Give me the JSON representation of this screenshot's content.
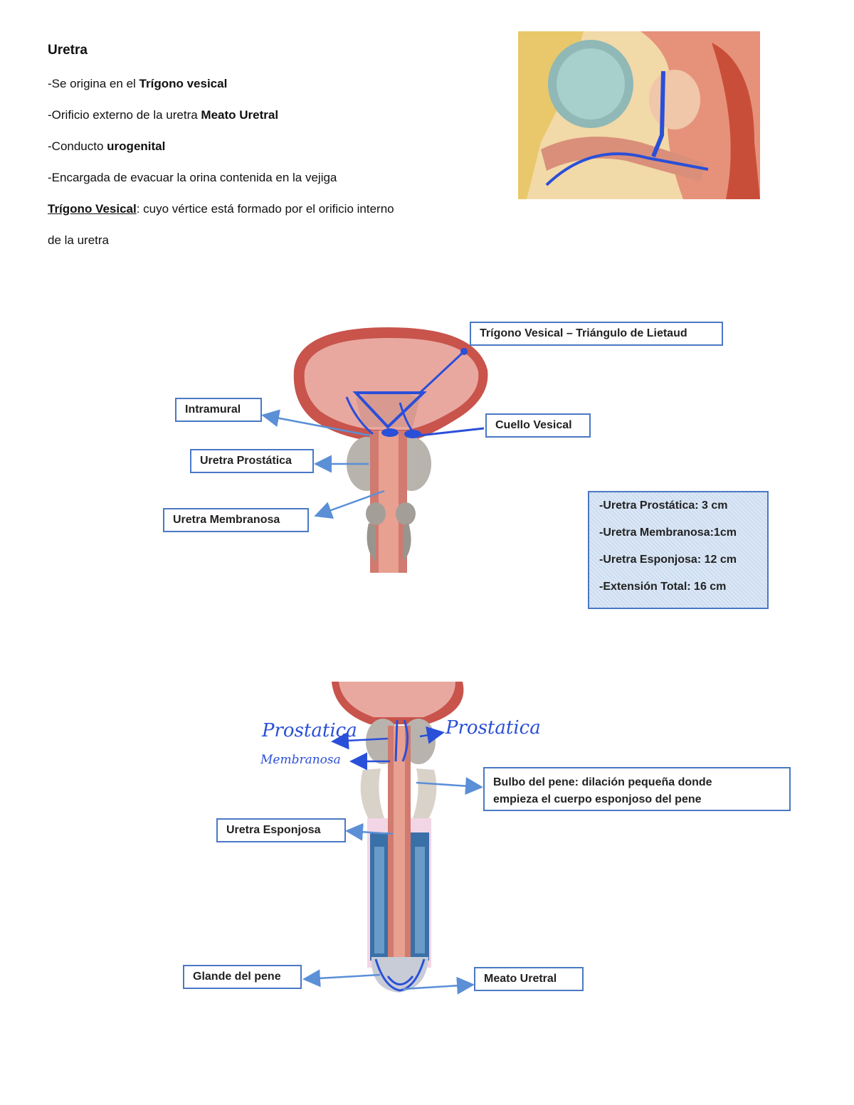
{
  "heading": "Uretra",
  "bullets": [
    {
      "prefix": "-Se origina en el ",
      "bold": "Trígono vesical",
      "suffix": ""
    },
    {
      "prefix": "-Orificio externo de la uretra ",
      "bold": "Meato Uretral",
      "suffix": ""
    },
    {
      "prefix": "-Conducto ",
      "bold": "urogenital",
      "suffix": ""
    },
    {
      "prefix": "-Encargada de evacuar la orina contenida en la vejiga",
      "bold": "",
      "suffix": ""
    }
  ],
  "definition": {
    "term": "Trígono Vesical",
    "text": ": cuyo vértice está formado por el orificio interno",
    "text2": "de la uretra"
  },
  "diagram1_labels": {
    "trigono": "Trígono Vesical – Triángulo de Lietaud",
    "intramural": "Intramural",
    "cuello": "Cuello Vesical",
    "prostatica": "Uretra Prostática",
    "membranosa": "Uretra Membranosa"
  },
  "lengths": [
    "-Uretra Prostática: 3 cm",
    "-Uretra Membranosa:1cm",
    "-Uretra Esponjosa: 12 cm",
    "-Extensión Total: 16 cm"
  ],
  "diagram2_labels": {
    "handwritten_left": "Prostatica",
    "handwritten_right": "Prostatica",
    "handwritten_memb": "Membranosa",
    "bulbo_line1": "Bulbo del pene: dilación pequeña donde",
    "bulbo_line2": "empieza el cuerpo esponjoso del pene",
    "esponjosa": "Uretra Esponjosa",
    "glande": "Glande del pene",
    "meato": "Meato Uretral"
  },
  "colors": {
    "label_border": "#4a78c4",
    "annotation_blue": "#2a4fd8",
    "arrow_blue": "#5b8fd6",
    "tissue": "#d88a80"
  }
}
